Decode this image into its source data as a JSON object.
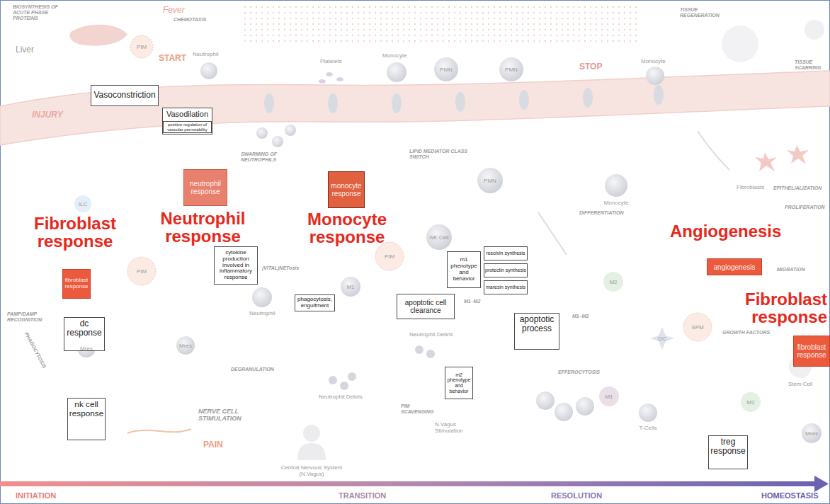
{
  "diagram": {
    "nodes": [
      {
        "text": [
          "Vasoconstriction"
        ]
      },
      {
        "text": [
          "Vasodilation"
        ]
      },
      {
        "text": [
          "positive regulation of vascular permeability"
        ],
        "in": 1
      },
      {
        "text": [
          "neutrophil response"
        ]
      },
      {
        "text": [
          "monocyte response"
        ]
      },
      {
        "text": [
          "fibroblast response"
        ]
      },
      {
        "text": [
          "cytokine production involved in inflammatory response"
        ]
      },
      {
        "text": [
          "dc response"
        ]
      },
      {
        "text": [
          "phagocytosis, engulfment"
        ]
      },
      {
        "text": [
          "apoptotic cell clearance"
        ]
      },
      {
        "text": [
          "m1 phenotype and behavior"
        ]
      },
      {
        "text": [
          "resolvin synthesis"
        ]
      },
      {
        "text": [
          "protectin synthesis"
        ]
      },
      {
        "text": [
          "maresin synthesis"
        ]
      },
      {
        "text": [
          "apoptotic process"
        ]
      },
      {
        "text": [
          "m2 phenotype and behavior"
        ]
      },
      {
        "text": [
          "nk cell response"
        ]
      },
      {
        "text": [
          "angiogenesis"
        ]
      },
      {
        "text": [
          "fibroblast response"
        ]
      },
      {
        "text": [
          "treg response"
        ]
      }
    ],
    "labels": [
      "Fibroblast response",
      "Neutrophil response",
      "Monocyte response",
      "Angiogenesis",
      "Fibroblast response",
      "BIOSYNTHESIS OF ACUTE PHASE PROTEINS",
      "Liver",
      "Fever",
      "CHEMOTAXIS",
      "PIM",
      "START",
      "Neutrophil",
      "Platelets",
      "Monocyte",
      "PMN",
      "PMN",
      "STOP",
      "Monocyte",
      "TISSUE REGENERATION",
      "TISSUE SCARRING",
      "INJURY",
      "SWARMING OF NEUTROPHILS",
      "LIPID MEDIATOR CLASS SWITCH",
      "PMN",
      "ILC",
      "PIM",
      "NK Cell",
      "PIM",
      "Monocyte",
      "DIFFERENTIATION",
      "Fibroblasts",
      "EPITHELIALIZATION",
      "PROLIFERATION",
      "M2",
      "MIGRATION",
      "GROWTH FACTORS",
      "Stem Cell",
      "M2",
      "Mres",
      "DC",
      "SPM",
      "T-Cells",
      "M1",
      "EFFEROCYTOSIS",
      "M1–M2",
      "M1–M2",
      "Neutrophil Debris",
      "Neutrophil Debris",
      "PIM SCAVENGING",
      "N.Vagus Stimulation",
      "Central Nervous System (N.Vagus)",
      "NERVE CELL STIMULATION",
      "PAIN",
      "DEGRANULATION",
      "Neutrophil",
      "M1",
      "(VITAL)NETosis",
      "Mres",
      "Mres",
      "PAMP/DAMP RECOGNITION",
      "PHAGOCYTOSIS",
      "INITIATION",
      "TRANSITION",
      "RESOLUTION",
      "HOMEOSTASIS"
    ]
  }
}
